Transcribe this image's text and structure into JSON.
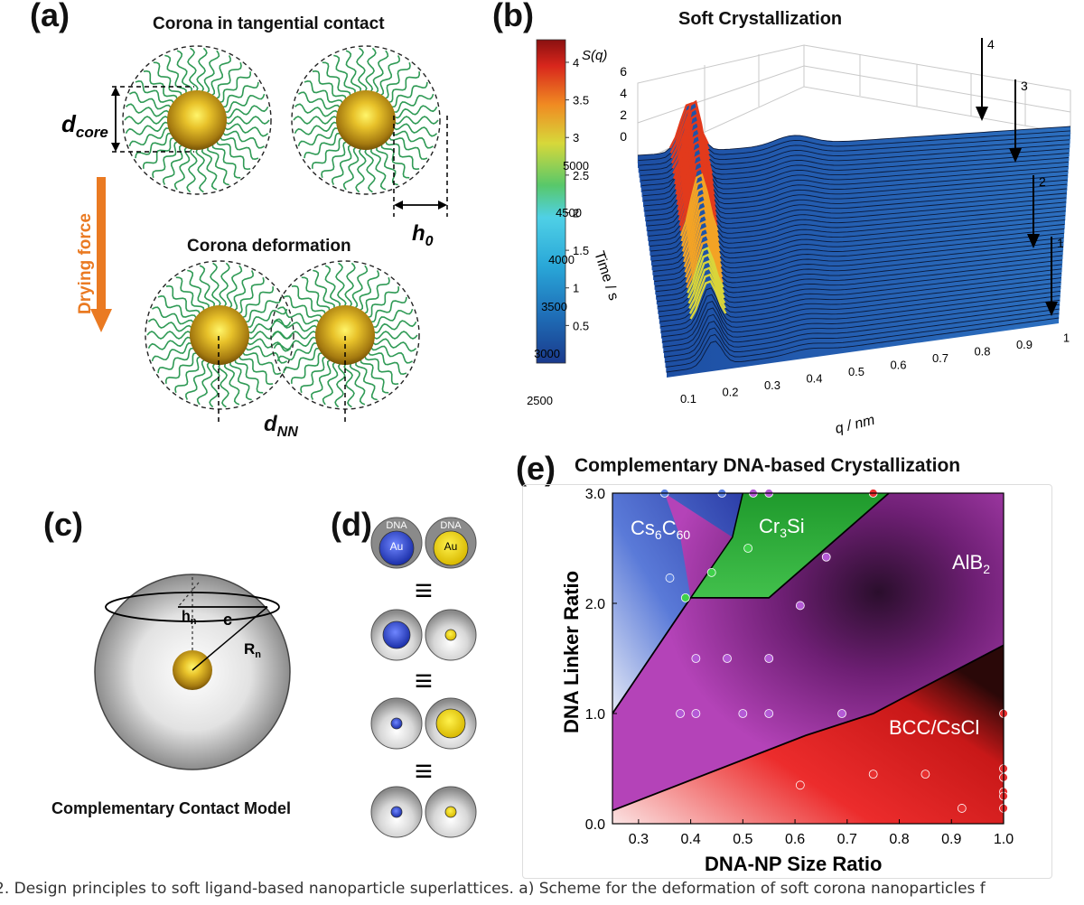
{
  "panels": {
    "a": {
      "label": "(a)",
      "title": "Corona in tangential contact",
      "subtitle": "Corona deformation",
      "d_core": "d",
      "d_core_sub": "core",
      "h0": "h",
      "h0_sub": "0",
      "dnn": "d",
      "dnn_sub": "NN",
      "drying_force": "Drying force"
    },
    "b": {
      "label": "(b)",
      "title": "Soft Crystallization",
      "colorbar_ticks": [
        "4",
        "3.5",
        "3",
        "2.5",
        "2",
        "1.5",
        "1",
        "0.5"
      ],
      "sq_label": "S(q)",
      "sq_ticks": [
        "6",
        "4",
        "2",
        "0"
      ],
      "time_label": "Time / s",
      "time_ticks": [
        "5000",
        "4500",
        "4000",
        "3500",
        "3000",
        "2500"
      ],
      "q_label": "q / nm",
      "q_ticks": [
        "0.1",
        "0.2",
        "0.3",
        "0.4",
        "0.5",
        "0.6",
        "0.7",
        "0.8",
        "0.9",
        "1"
      ],
      "arrow_labels": [
        "4",
        "3",
        "2",
        "1"
      ]
    },
    "c": {
      "label": "(c)",
      "title": "Complementary Contact Model",
      "h": "h",
      "h_sub": "n",
      "c": "c",
      "r": "R",
      "r_sub": "n"
    },
    "d": {
      "label": "(d)",
      "dna1": "DNA",
      "dna2": "DNA",
      "au1": "Au",
      "au2": "Au",
      "equiv": "≡"
    },
    "e": {
      "label": "(e)",
      "title": "Complementary DNA-based Crystallization",
      "ylabel": "DNA Linker Ratio",
      "xlabel": "DNA-NP Size Ratio",
      "regions": {
        "cs6c60": [
          "Cs",
          "6",
          "C",
          "60"
        ],
        "cr3si": [
          "Cr",
          "3",
          "Si"
        ],
        "alb2": [
          "AlB",
          "2"
        ],
        "bcc": "BCC/CsCl"
      }
    }
  },
  "chart_data": {
    "type": "scatter",
    "title": "Complementary DNA-based Crystallization",
    "xlabel": "DNA-NP Size Ratio",
    "ylabel": "DNA Linker Ratio",
    "xlim": [
      0.25,
      1.0
    ],
    "ylim": [
      0.0,
      3.0
    ],
    "x_ticks": [
      "0.3",
      "0.4",
      "0.5",
      "0.6",
      "0.7",
      "0.8",
      "0.9",
      "1.0"
    ],
    "y_ticks": [
      "0.0",
      "1.0",
      "2.0",
      "3.0"
    ],
    "series": [
      {
        "color": "#5a7fe0",
        "points": [
          [
            0.35,
            3.0
          ],
          [
            0.46,
            3.0
          ],
          [
            0.36,
            2.23
          ]
        ]
      },
      {
        "color": "#3fd14a",
        "points": [
          [
            0.51,
            2.5
          ],
          [
            0.44,
            2.28
          ],
          [
            0.39,
            2.05
          ]
        ]
      },
      {
        "color": "#b45ad6",
        "points": [
          [
            0.52,
            3.0
          ],
          [
            0.55,
            3.0
          ],
          [
            0.66,
            2.42
          ],
          [
            0.61,
            1.98
          ],
          [
            0.41,
            1.5
          ],
          [
            0.47,
            1.5
          ],
          [
            0.55,
            1.5
          ],
          [
            0.38,
            1.0
          ],
          [
            0.41,
            1.0
          ],
          [
            0.5,
            1.0
          ],
          [
            0.55,
            1.0
          ],
          [
            0.69,
            1.0
          ]
        ]
      },
      {
        "color": "#e83030",
        "points": [
          [
            0.75,
            3.0
          ],
          [
            1.0,
            1.0
          ],
          [
            1.0,
            0.5
          ],
          [
            0.75,
            0.45
          ],
          [
            0.85,
            0.45
          ],
          [
            1.0,
            0.42
          ],
          [
            0.61,
            0.35
          ],
          [
            1.0,
            0.29
          ],
          [
            1.0,
            0.25
          ],
          [
            0.92,
            0.14
          ],
          [
            1.0,
            0.14
          ]
        ]
      }
    ],
    "boundaries": {
      "cs_alb2": [
        [
          0.25,
          1.0
        ],
        [
          0.4,
          2.05
        ],
        [
          0.53,
          2.05
        ],
        [
          0.38,
          2.6
        ],
        [
          0.35,
          3.0
        ]
      ],
      "cr3si": [
        [
          0.4,
          2.05
        ],
        [
          0.48,
          2.6
        ],
        [
          0.5,
          3.0
        ],
        [
          0.78,
          3.0
        ],
        [
          0.55,
          2.05
        ]
      ],
      "bcc": [
        [
          0.25,
          0.12
        ],
        [
          0.62,
          0.8
        ],
        [
          0.75,
          1.0
        ],
        [
          1.0,
          1.62
        ]
      ]
    }
  },
  "caption": "2. Design principles to soft ligand-based nanoparticle superlattices. a) Scheme for the deformation of soft corona nanoparticles f"
}
